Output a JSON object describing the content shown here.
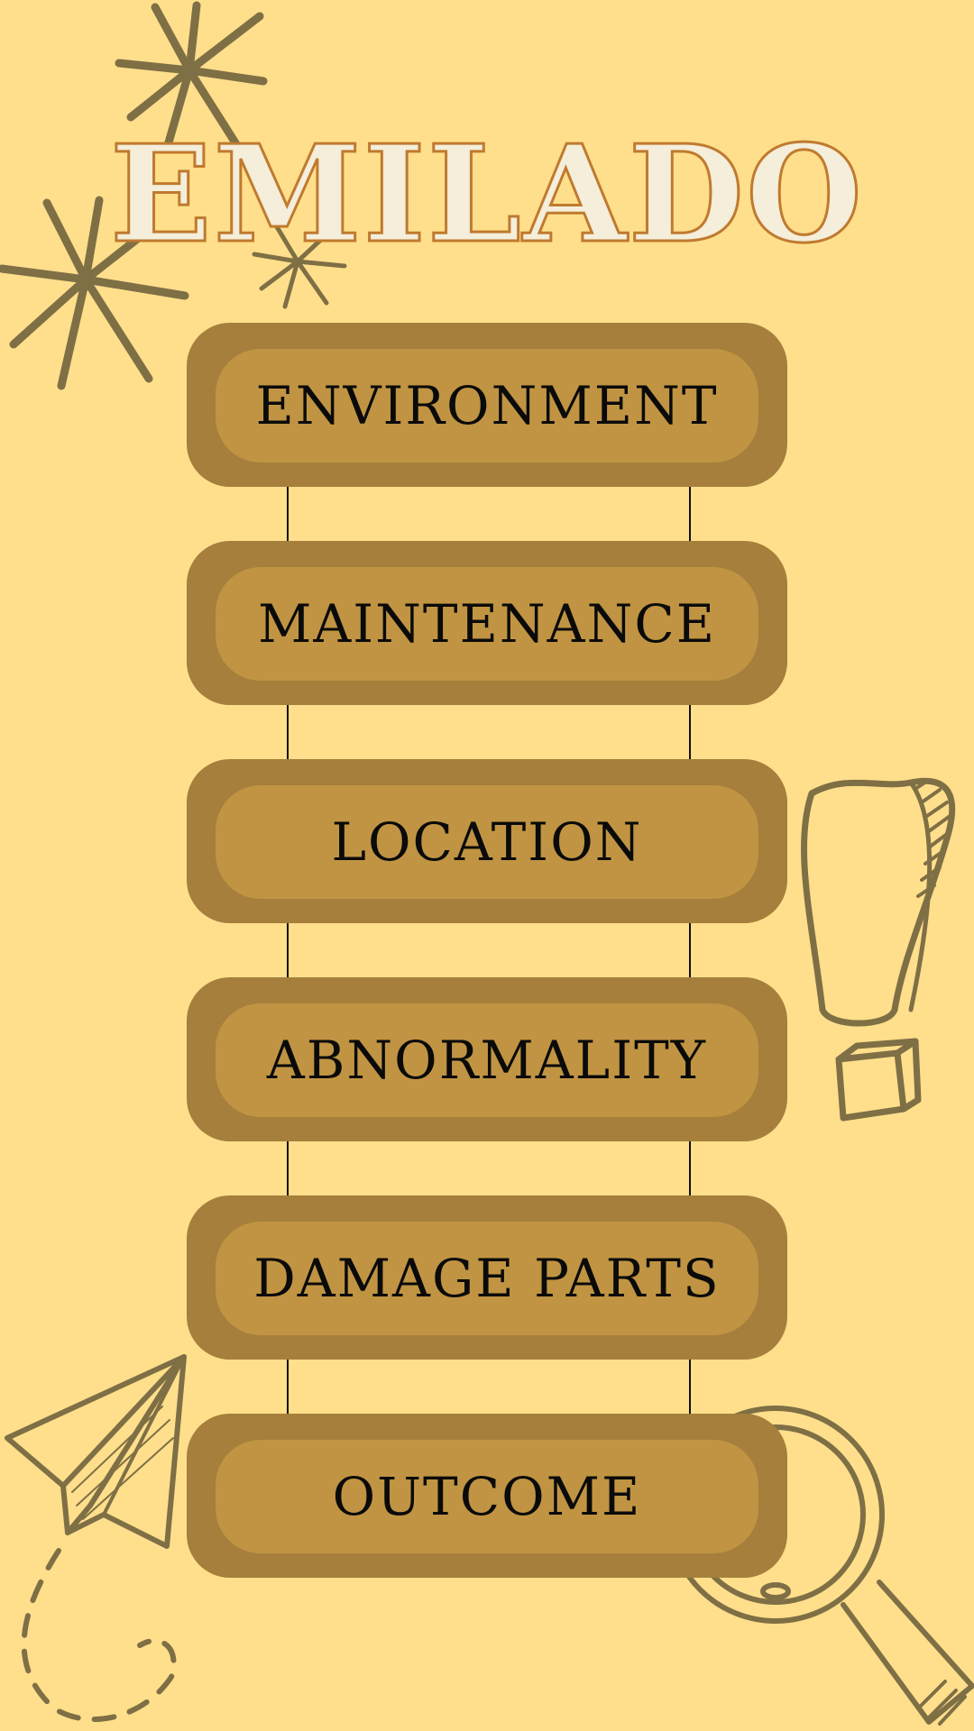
{
  "title": "EMILADO",
  "steps": [
    {
      "label": "ENVIRONMENT"
    },
    {
      "label": "MAINTENANCE"
    },
    {
      "label": "LOCATION"
    },
    {
      "label": "ABNORMALITY"
    },
    {
      "label": "DAMAGE PARTS"
    },
    {
      "label": "OUTCOME"
    }
  ],
  "colors": {
    "background": "#FFDF8C",
    "box_outer": "#A57F3B",
    "box_inner": "#C09442",
    "title_fill": "#F4EEDB",
    "title_outline": "#C07A2E",
    "doodle": "#7F6F45"
  },
  "decorations": [
    "starburst-icon",
    "exclamation-mark-icon",
    "paper-plane-icon",
    "magnifying-glass-icon"
  ]
}
